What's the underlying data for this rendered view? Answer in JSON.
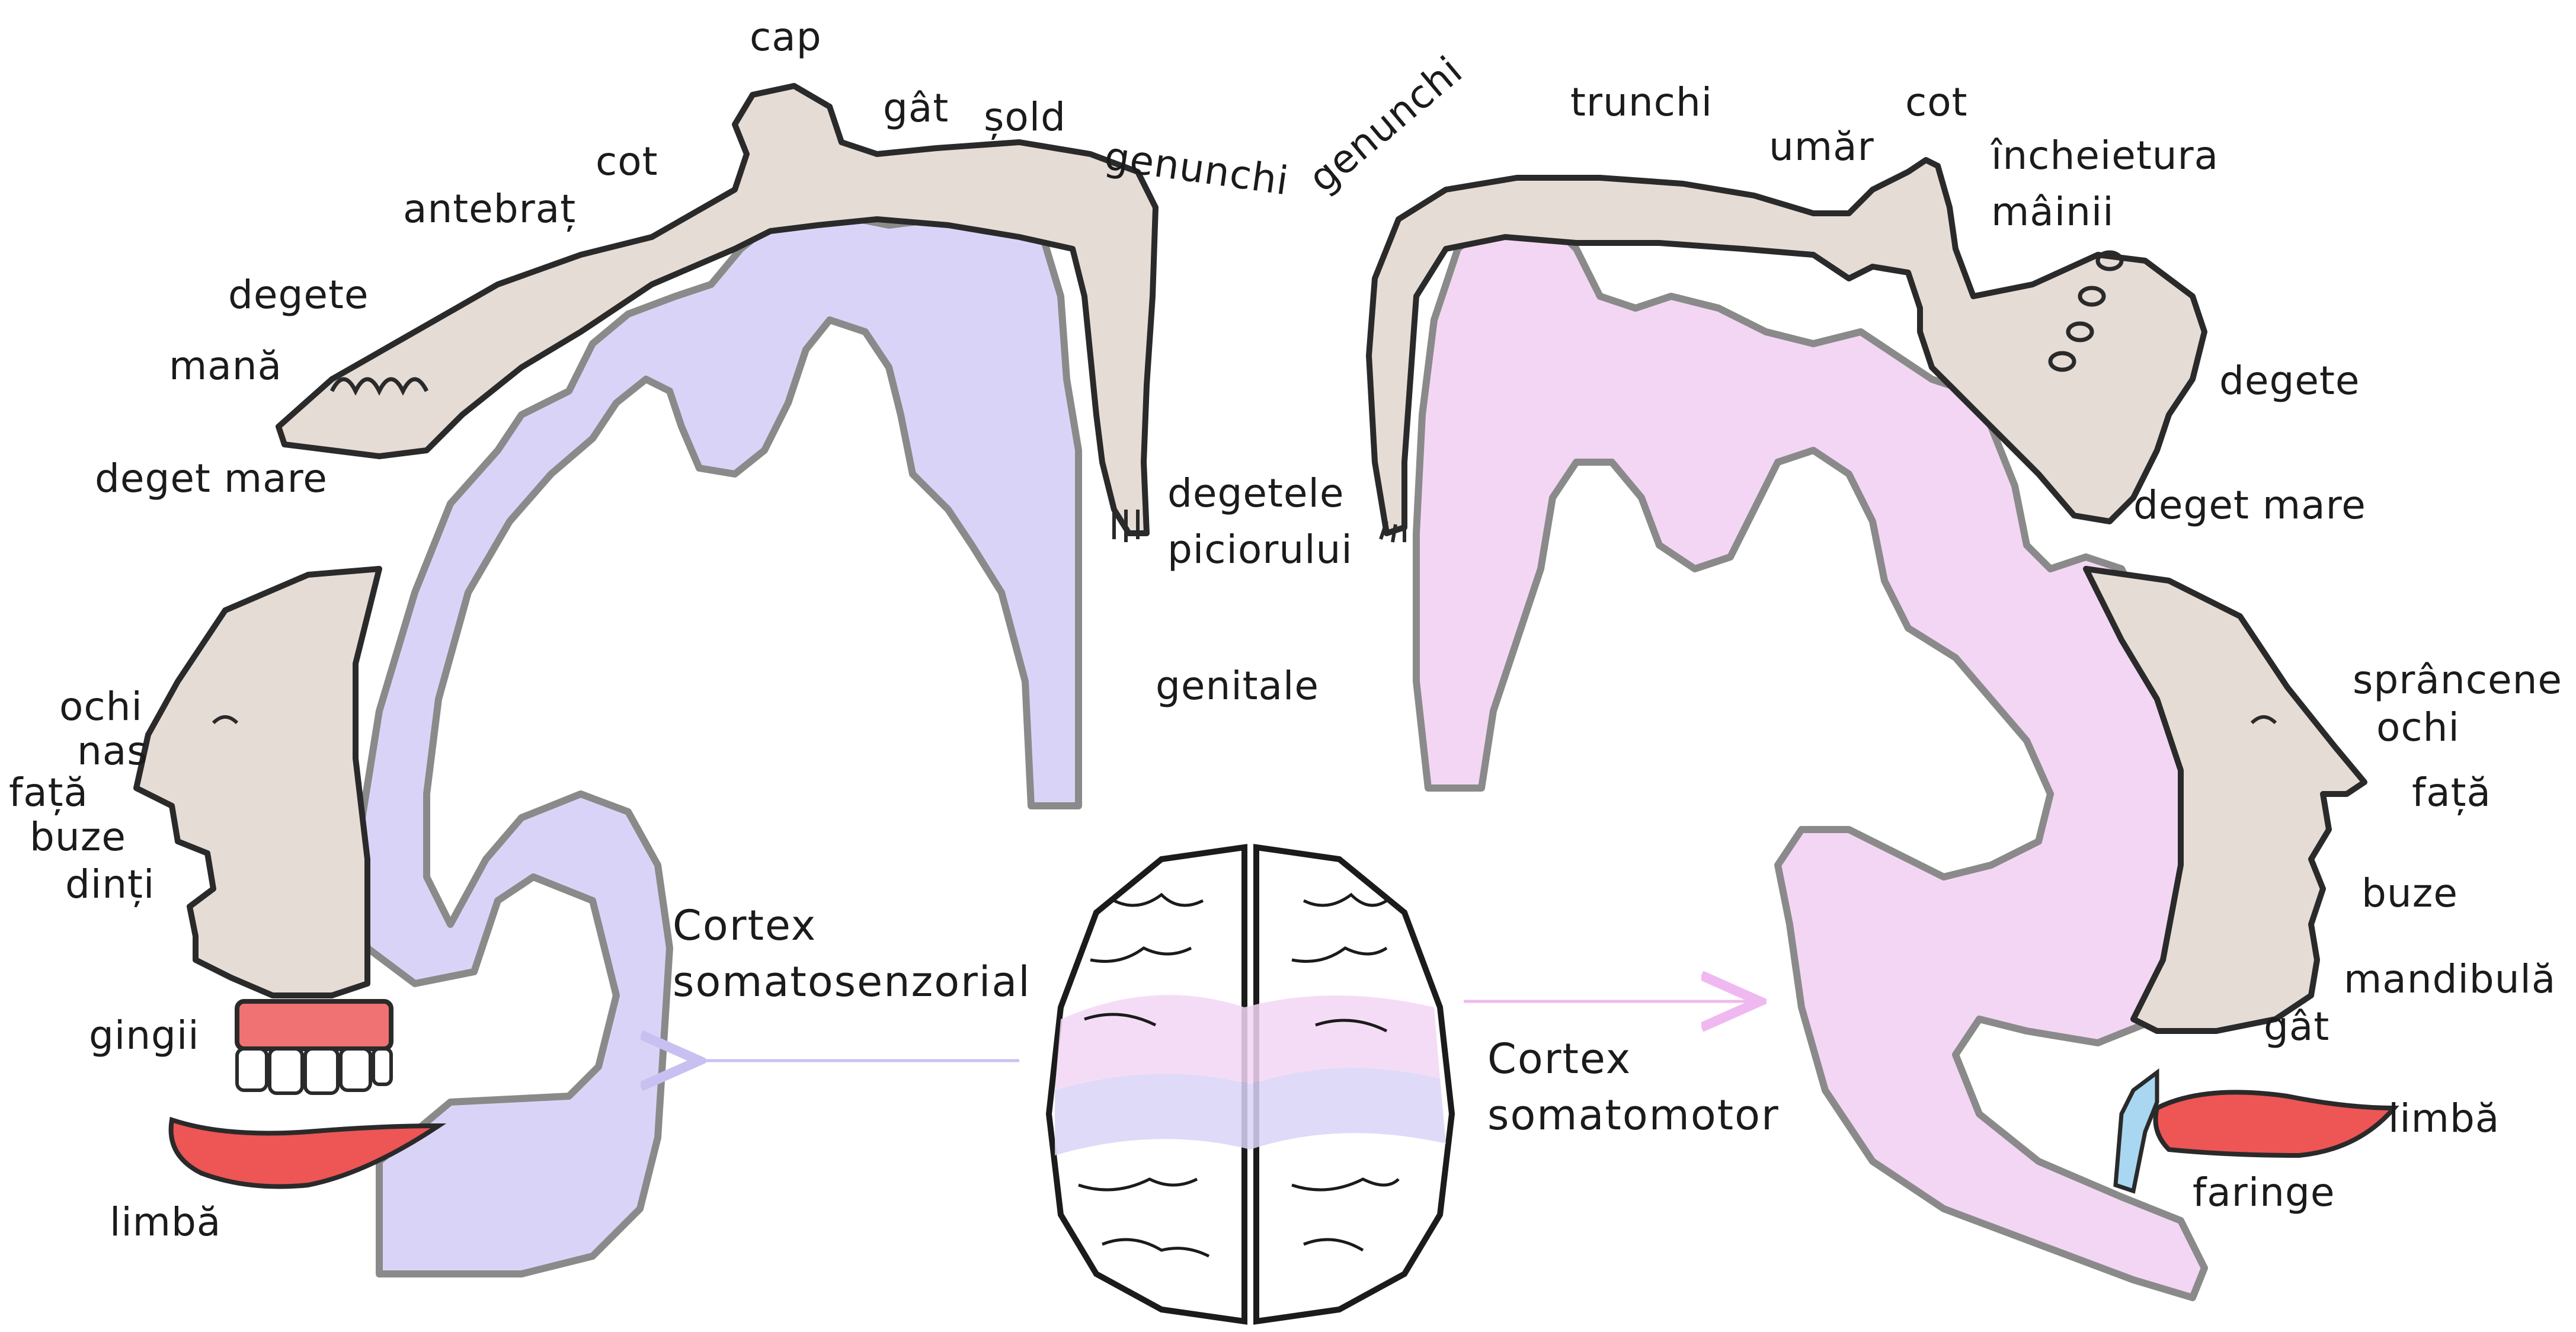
{
  "colors": {
    "sensory_cortex": "#d9d4f7",
    "motor_cortex": "#f3d6f4",
    "outline": "#8a8a8a",
    "skin": "#e6dcd6",
    "tongue": "#ee5555",
    "gums": "#f07272",
    "pharynx": "#a9d7f2",
    "arrow_sensory": "#c9c0f2",
    "arrow_motor": "#f0b8f0",
    "ink": "#1b1b1b"
  },
  "icons": {
    "brain": "brain-top-view-icon",
    "sensory_homunculus": "homunculus-sensory-icon",
    "motor_homunculus": "homunculus-motor-icon"
  },
  "left": {
    "cortex_label": [
      "Cortex",
      "somatosenzorial"
    ],
    "labels": {
      "cap": "cap",
      "gat": "gât",
      "sold": "șold",
      "genunchi": "genunchi",
      "cot": "cot",
      "antebrat": "antebraț",
      "degete": "degete",
      "mana": "mană",
      "deget_mare": "deget mare",
      "degetele": "degetele",
      "piciorului": "piciorului",
      "genitale": "genitale",
      "ochi": "ochi",
      "nas": "nas",
      "fata": "față",
      "buze": "buze",
      "dinti": "dinți",
      "gingii": "gingii",
      "limba": "limbă"
    }
  },
  "right": {
    "cortex_label": [
      "Cortex",
      "somatomotor"
    ],
    "labels": {
      "genunchi": "genunchi",
      "trunchi": "trunchi",
      "umar": "umăr",
      "cot": "cot",
      "incheietura": "încheietura",
      "mainii": "mâinii",
      "degete": "degete",
      "deget_mare": "deget mare",
      "sprancene": "sprâncene",
      "ochi": "ochi",
      "fata": "față",
      "buze": "buze",
      "mandibula": "mandibulă",
      "gat": "gât",
      "limba": "limbă",
      "faringe": "faringe"
    }
  }
}
